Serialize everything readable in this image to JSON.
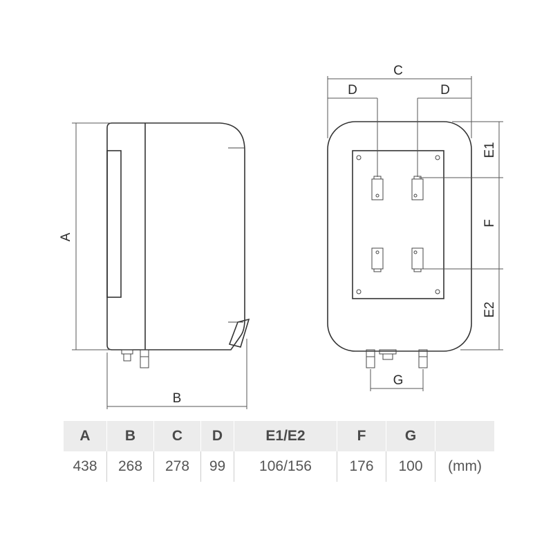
{
  "diagram": {
    "side_view": {
      "height_label": "A",
      "depth_label": "B"
    },
    "front_view": {
      "width_label": "C",
      "offset_left_label": "D",
      "offset_right_label": "D",
      "top_gap_label": "E1",
      "bracket_spacing_label": "F",
      "bottom_gap_label": "E2",
      "pipe_spacing_label": "G"
    }
  },
  "table": {
    "headers": [
      "A",
      "B",
      "C",
      "D",
      "E1/E2",
      "F",
      "G",
      ""
    ],
    "values": [
      "438",
      "268",
      "278",
      "99",
      "106/156",
      "176",
      "100",
      "(mm)"
    ]
  }
}
